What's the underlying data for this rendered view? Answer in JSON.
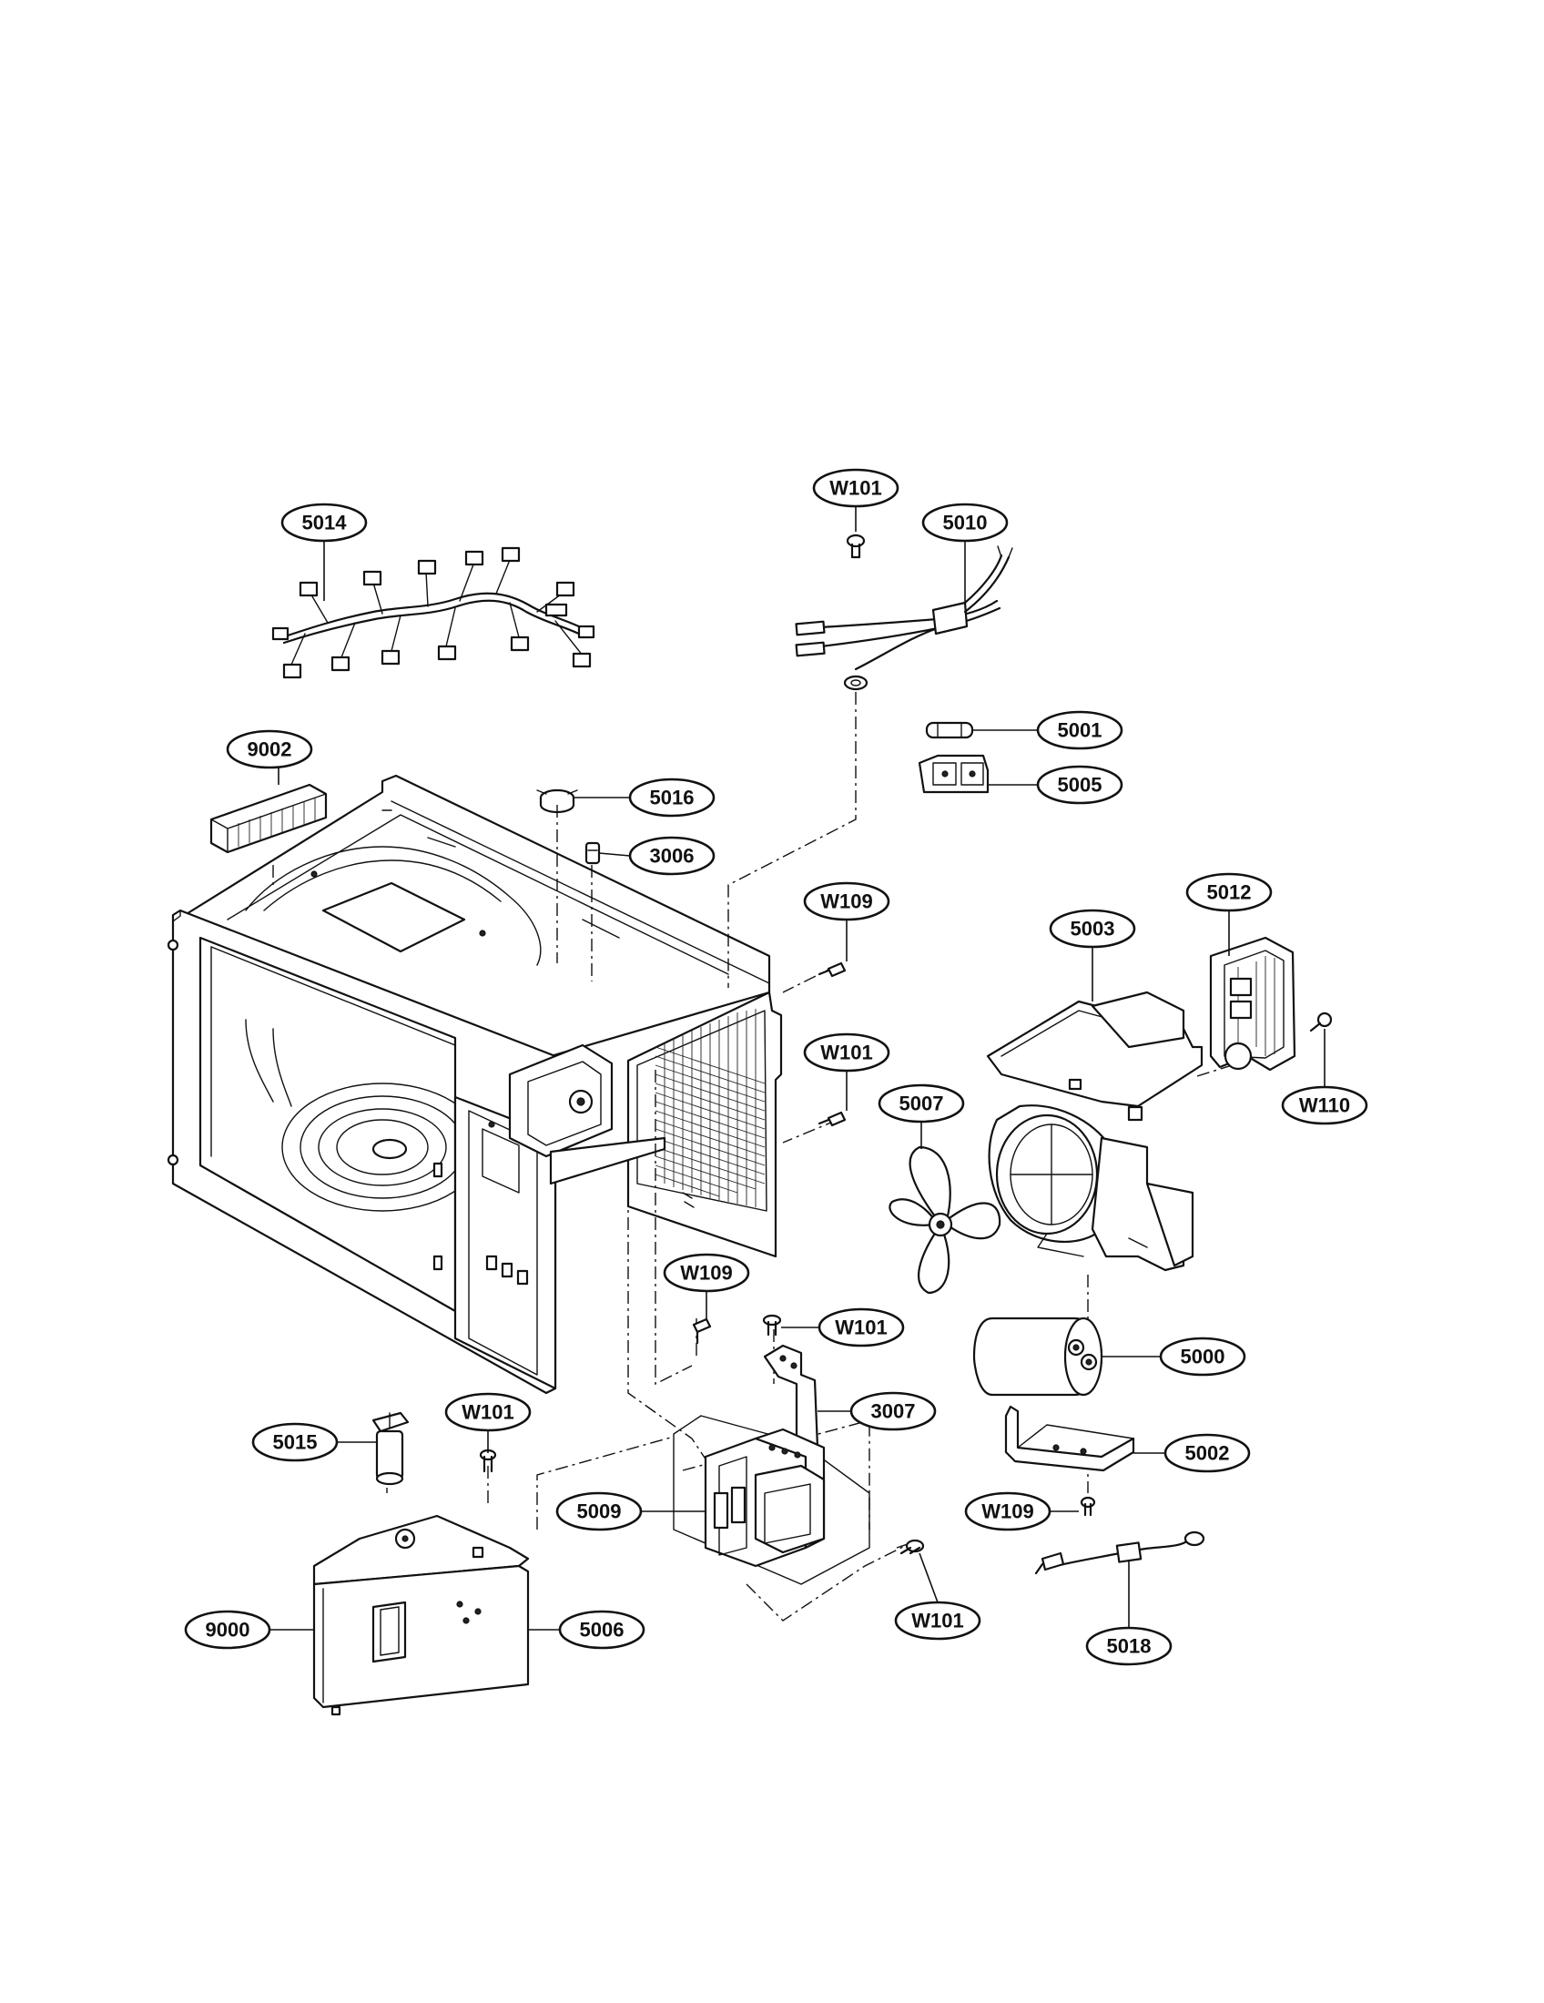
{
  "callouts": [
    {
      "id": "c-5014",
      "label": "5014"
    },
    {
      "id": "c-9002",
      "label": "9002"
    },
    {
      "id": "c-5016",
      "label": "5016"
    },
    {
      "id": "c-3006",
      "label": "3006"
    },
    {
      "id": "c-w101-top",
      "label": "W101"
    },
    {
      "id": "c-5010",
      "label": "5010"
    },
    {
      "id": "c-5001",
      "label": "5001"
    },
    {
      "id": "c-5005",
      "label": "5005"
    },
    {
      "id": "c-w109-a",
      "label": "W109"
    },
    {
      "id": "c-5003",
      "label": "5003"
    },
    {
      "id": "c-5012",
      "label": "5012"
    },
    {
      "id": "c-w101-b",
      "label": "W101"
    },
    {
      "id": "c-5007",
      "label": "5007"
    },
    {
      "id": "c-w110",
      "label": "W110"
    },
    {
      "id": "c-w109-b",
      "label": "W109"
    },
    {
      "id": "c-w101-c",
      "label": "W101"
    },
    {
      "id": "c-5000",
      "label": "5000"
    },
    {
      "id": "c-3007",
      "label": "3007"
    },
    {
      "id": "c-5002",
      "label": "5002"
    },
    {
      "id": "c-w101-d",
      "label": "W101"
    },
    {
      "id": "c-5015",
      "label": "5015"
    },
    {
      "id": "c-5009",
      "label": "5009"
    },
    {
      "id": "c-w109-c",
      "label": "W109"
    },
    {
      "id": "c-w101-e",
      "label": "W101"
    },
    {
      "id": "c-9000",
      "label": "9000"
    },
    {
      "id": "c-5006",
      "label": "5006"
    },
    {
      "id": "c-5018",
      "label": "5018"
    }
  ]
}
